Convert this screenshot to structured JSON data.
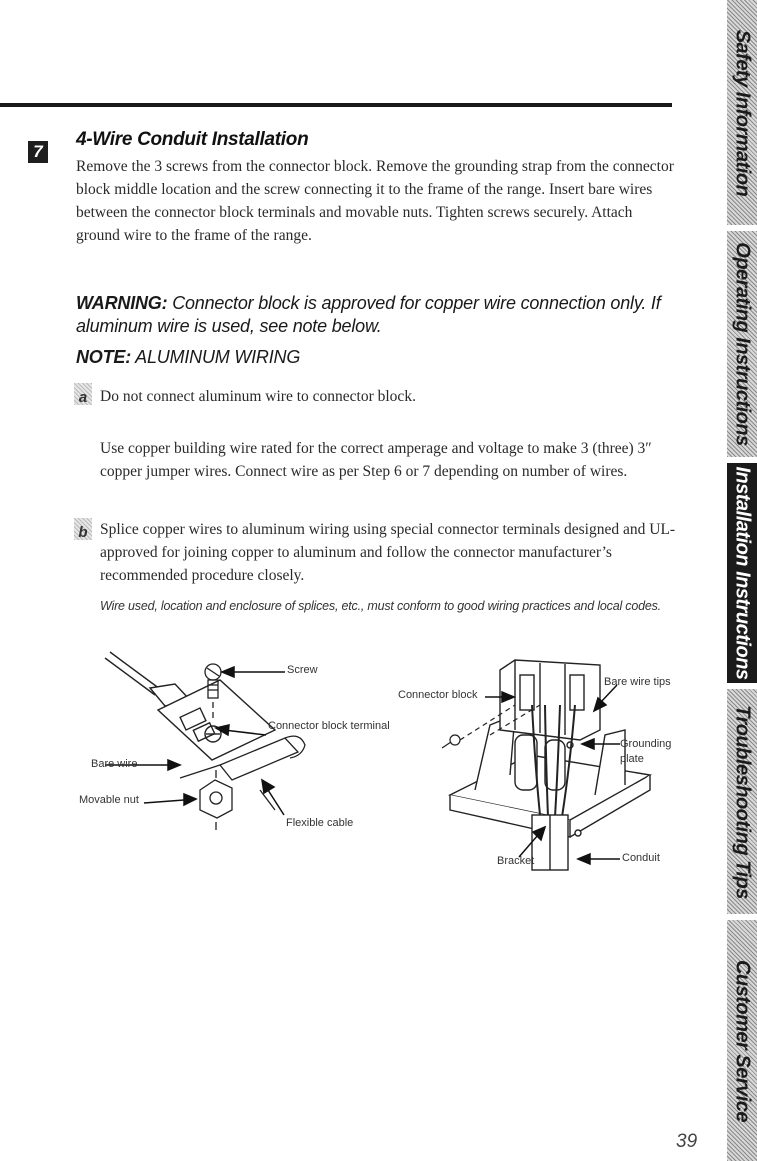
{
  "section": {
    "step_number": "7",
    "heading": "4-Wire Conduit Installation",
    "intro": "Remove the 3 screws from the connector block. Remove the grounding strap from the connector block middle location and the screw connecting it to the frame of the range. Insert bare wires between the connector block terminals and movable nuts. Tighten screws securely. Attach ground wire to the frame of the range.",
    "warning_label": "WARNING:",
    "warning_text": " Connector block is approved for copper wire connection only. If aluminum wire is used, see note below.",
    "note_label": "NOTE:",
    "note_text": " ALUMINUM WIRING",
    "item_a_marker": "a",
    "item_a_line1": "Do not connect aluminum wire to connector block.",
    "item_a_line2": "Use copper building wire rated for the correct amperage and voltage to make 3 (three) 3″ copper jumper wires. Connect wire as per Step 6 or 7 depending on number of wires.",
    "item_b_marker": "b",
    "item_b_text": "Splice copper wires to aluminum wiring using special connector terminals designed and UL-approved for joining copper to aluminum and follow the connector manufacturer’s recommended procedure closely.",
    "fine_print": "Wire used, location and enclosure of splices, etc., must conform to good wiring practices and local codes."
  },
  "diagram_left": {
    "screw": "Screw",
    "terminal": "Connector block terminal",
    "bare_wire": "Bare wire",
    "movable_nut": "Movable nut",
    "flexible_cable": "Flexible cable"
  },
  "diagram_right": {
    "connector_block": "Connector block",
    "bare_wire_tips": "Bare wire tips",
    "grounding": "Grounding",
    "plate": "plate",
    "bracket": "Bracket",
    "conduit": "Conduit"
  },
  "page_number": "39",
  "side_tabs": [
    {
      "label": "Safety Information",
      "active": false
    },
    {
      "label": "Operating Instructions",
      "active": false
    },
    {
      "label": "Installation Instructions",
      "active": true
    },
    {
      "label": "Troubleshooting Tips",
      "active": false
    },
    {
      "label": "Customer Service",
      "active": false
    }
  ],
  "colors": {
    "tab_active": "#1b1b1b",
    "rule": "#1a1a1a",
    "text": "#2a2a2a"
  }
}
